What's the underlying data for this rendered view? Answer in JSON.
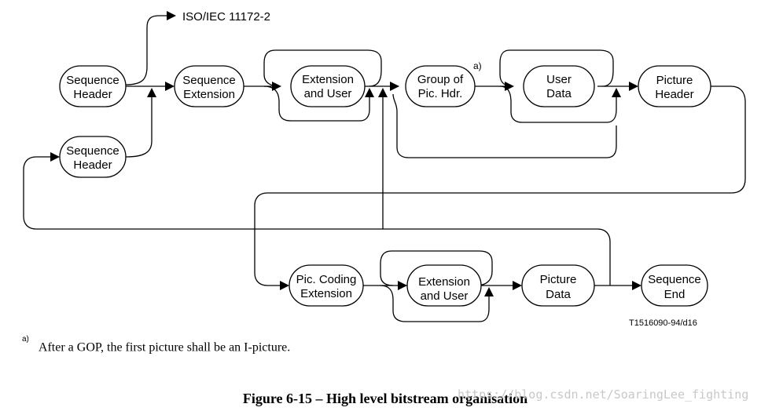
{
  "diagram": {
    "title_ref": "ISO/IEC 11172-2",
    "footnote_mark": "a)",
    "drawing_id": "T1516090-94/d16",
    "nodes": [
      {
        "key": "seq_header_1",
        "lines": [
          "Sequence",
          "Header"
        ]
      },
      {
        "key": "seq_header_2",
        "lines": [
          "Sequence",
          "Header"
        ]
      },
      {
        "key": "seq_extension",
        "lines": [
          "Sequence",
          "Extension"
        ]
      },
      {
        "key": "ext_user_1",
        "lines": [
          "Extension",
          "and User"
        ]
      },
      {
        "key": "gop_hdr",
        "lines": [
          "Group of",
          "Pic. Hdr."
        ]
      },
      {
        "key": "user_data",
        "lines": [
          "User",
          "Data"
        ]
      },
      {
        "key": "picture_header",
        "lines": [
          "Picture",
          "Header"
        ]
      },
      {
        "key": "pic_coding_ext",
        "lines": [
          "Pic. Coding",
          "Extension"
        ]
      },
      {
        "key": "ext_user_2",
        "lines": [
          "Extension",
          "and User"
        ]
      },
      {
        "key": "picture_data",
        "lines": [
          "Picture",
          "Data"
        ]
      },
      {
        "key": "sequence_end",
        "lines": [
          "Sequence",
          "End"
        ]
      }
    ]
  },
  "footnote": {
    "mark": "a)",
    "text": "After a GOP, the first picture shall be an I-picture."
  },
  "caption": "Figure 6-15 – High level bitstream organisation",
  "watermark": "https://blog.csdn.net/SoaringLee_fighting"
}
